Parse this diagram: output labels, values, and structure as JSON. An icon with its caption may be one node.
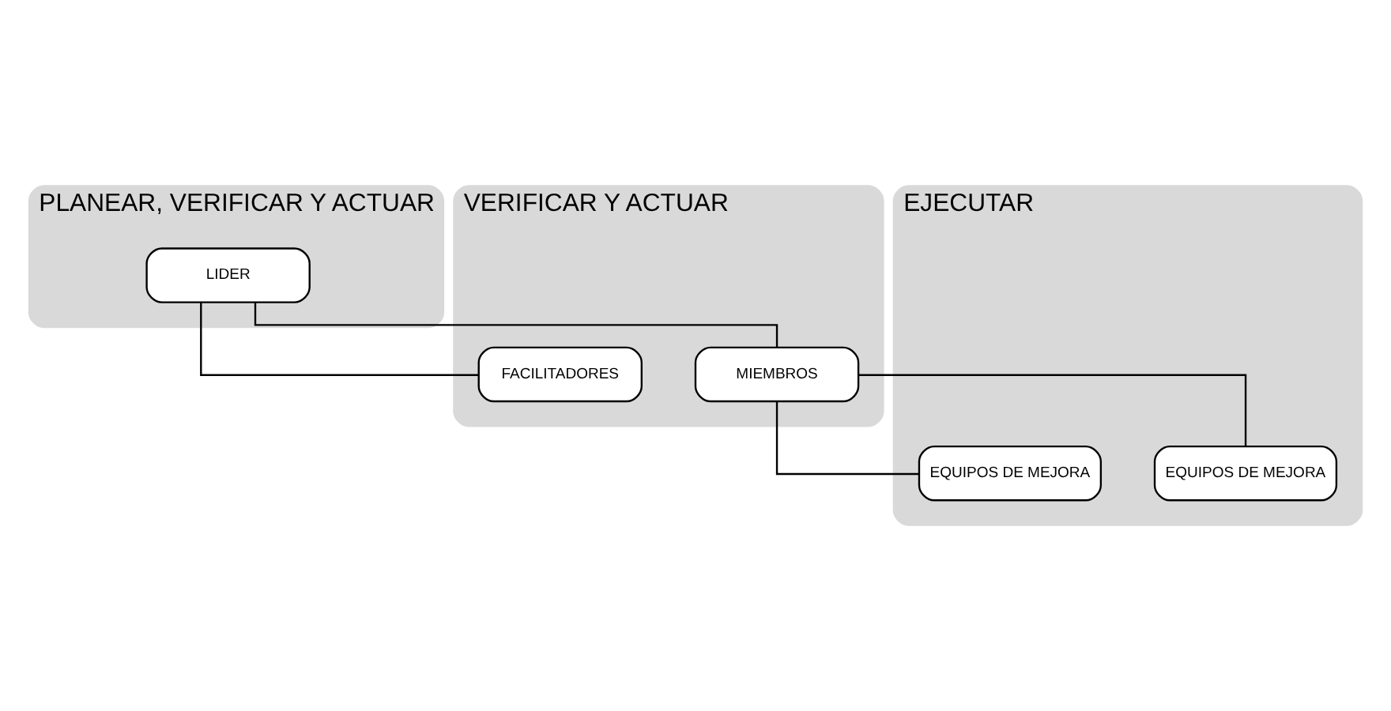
{
  "diagram": {
    "nodes": [
      {
        "text": [
          "PLANEAR, VERIFICAR Y ACTUAR"
        ]
      },
      {
        "text": [
          "LIDER"
        ],
        "in": 0
      },
      {
        "text": [
          "VERIFICAR Y ACTUAR"
        ]
      },
      {
        "text": [
          "MIEMBROS"
        ],
        "in": 2
      },
      {
        "text": [
          "FACILITADORES"
        ],
        "in": 2
      },
      {
        "text": [
          "EJECUTAR"
        ]
      },
      {
        "text": [
          "EQUIPOS DE MEJORA"
        ],
        "in": 5
      },
      {
        "text": [
          "EQUIPOS DE MEJORA"
        ],
        "in": 5
      }
    ],
    "edges": [
      {
        "from": 1,
        "to": 3,
        "arrow": "none"
      },
      {
        "from": 1,
        "to": 4,
        "arrow": "none"
      },
      {
        "from": 3,
        "to": 6,
        "arrow": "none"
      },
      {
        "from": 3,
        "to": 7,
        "arrow": "none"
      }
    ]
  }
}
